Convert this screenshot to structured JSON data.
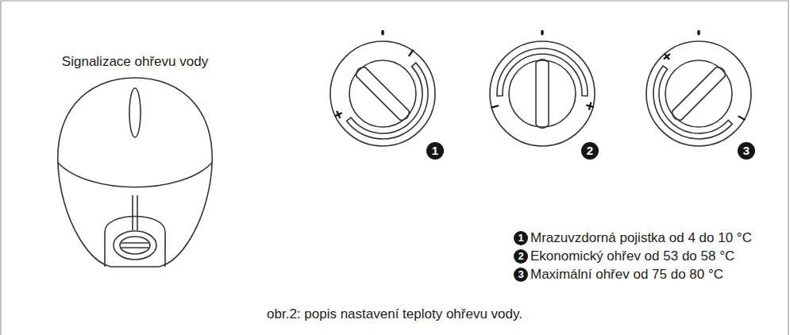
{
  "diagram": {
    "caption": "obr.2: popis nastavení teploty ohřevu vody.",
    "nodes": [
      {
        "text": [
          "−",
          "+"
        ]
      },
      {
        "text": [
          "−",
          "+"
        ]
      },
      {
        "text": [
          "+",
          "−"
        ]
      }
    ],
    "labels": [
      "Signalizace ohřevu vody",
      "1",
      "2",
      "3",
      "1",
      "Mrazuvzdorná pojistka od 4 do 10 °C",
      "2",
      "Ekonomický ohřev od 53 do 58 °C",
      "3",
      "Maximální ohřev od 75 do 80 °C"
    ]
  }
}
